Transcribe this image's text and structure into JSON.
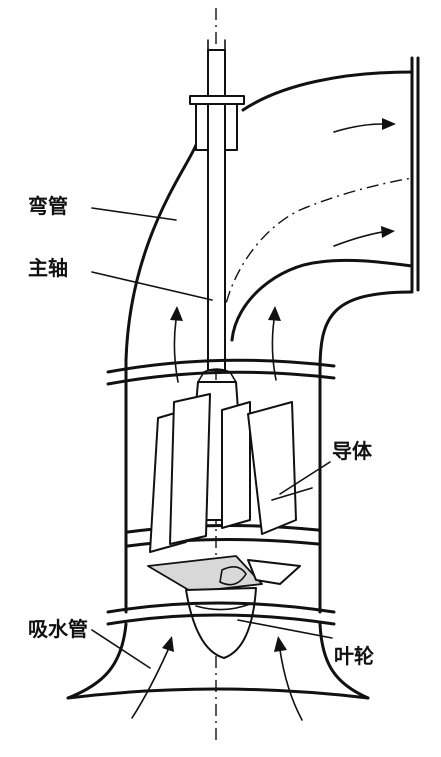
{
  "labels": {
    "elbow_pipe": "弯管",
    "main_shaft": "主轴",
    "guide_vane": "导体",
    "suction_pipe": "吸水管",
    "impeller": "叶轮"
  },
  "colors": {
    "line": "#111111",
    "background": "#ffffff"
  }
}
